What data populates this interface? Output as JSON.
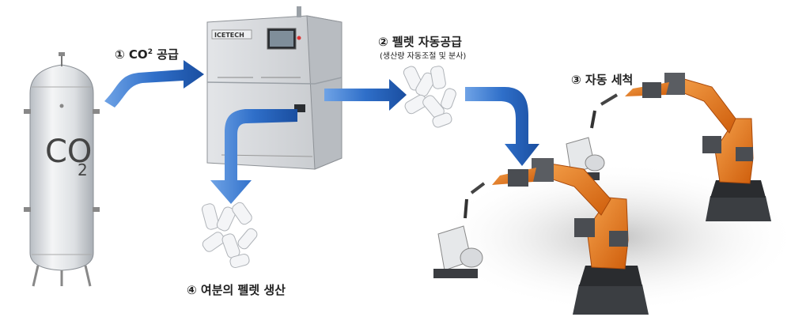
{
  "tank": {
    "symbol": "CO",
    "subscript": "2"
  },
  "machine": {
    "brand": "ICETECH"
  },
  "steps": {
    "step1": {
      "label": "① CO",
      "sup": "2",
      "suffix": " 공급"
    },
    "step2": {
      "label": "② 펠렛 자동공급",
      "sub": "(생산량 자동조절 및 분사)"
    },
    "step3": {
      "label": "③ 자동 세척"
    },
    "step4": {
      "label": "④ 여분의 펠렛 생산"
    }
  },
  "colors": {
    "arrow": "#2f6fc9",
    "robot": "#e87a1e",
    "tank": "#d9dde2",
    "machine": "#d5d8dc"
  }
}
